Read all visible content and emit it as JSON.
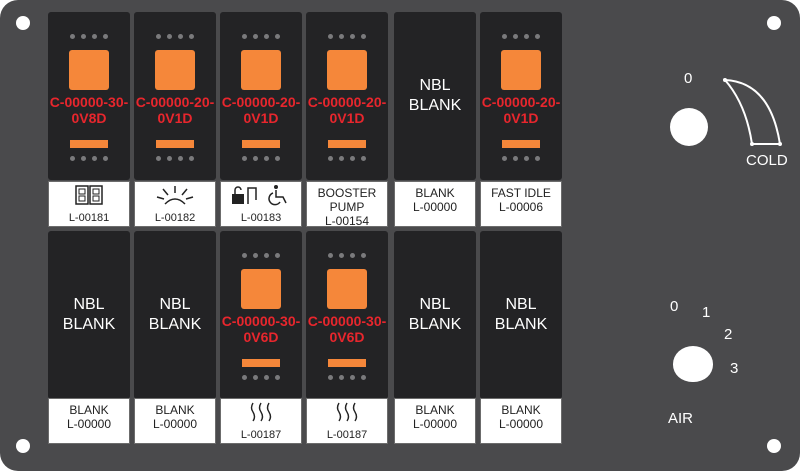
{
  "top_row": [
    {
      "type": "rocker",
      "code_line1": "C-00000-30-",
      "code_line2": "0V8D",
      "label_icon": "dual-box-icon",
      "label_code": "L-00181"
    },
    {
      "type": "rocker",
      "code_line1": "C-00000-20-",
      "code_line2": "0V1D",
      "label_icon": "sun-icon",
      "label_code": "L-00182"
    },
    {
      "type": "rocker",
      "code_line1": "C-00000-20-",
      "code_line2": "0V1D",
      "label_icon": "lock-wheelchair-icon",
      "label_code": "L-00183"
    },
    {
      "type": "rocker",
      "code_line1": "C-00000-20-",
      "code_line2": "0V1D",
      "label_text1": "BOOSTER",
      "label_text2": "PUMP",
      "label_code": "L-00154"
    },
    {
      "type": "blank",
      "blank_line1": "NBL",
      "blank_line2": "BLANK",
      "label_text1": "BLANK",
      "label_code": "L-00000"
    },
    {
      "type": "rocker",
      "code_line1": "C-00000-20-",
      "code_line2": "0V1D",
      "label_text1": "FAST IDLE",
      "label_code": "L-00006"
    }
  ],
  "bottom_row": [
    {
      "type": "blank",
      "blank_line1": "NBL",
      "blank_line2": "BLANK",
      "label_text1": "BLANK",
      "label_code": "L-00000"
    },
    {
      "type": "blank",
      "blank_line1": "NBL",
      "blank_line2": "BLANK",
      "label_text1": "BLANK",
      "label_code": "L-00000"
    },
    {
      "type": "rocker",
      "code_line1": "C-00000-30-",
      "code_line2": "0V6D",
      "label_icon": "heat-wave-icon",
      "label_code": "L-00187"
    },
    {
      "type": "rocker",
      "code_line1": "C-00000-30-",
      "code_line2": "0V6D",
      "label_icon": "heat-wave-icon",
      "label_code": "L-00187"
    },
    {
      "type": "blank",
      "blank_line1": "NBL",
      "blank_line2": "BLANK",
      "label_text1": "BLANK",
      "label_code": "L-00000"
    },
    {
      "type": "blank",
      "blank_line1": "NBL",
      "blank_line2": "BLANK",
      "label_text1": "BLANK",
      "label_code": "L-00000"
    }
  ],
  "temp_knob": {
    "zero_label": "0",
    "cold_label": "COLD"
  },
  "air_knob": {
    "positions": [
      "0",
      "1",
      "2",
      "3"
    ],
    "label": "AIR"
  },
  "colors": {
    "panel": "#4a4a4c",
    "switch": "#232325",
    "lamp": "#f5873a",
    "code": "#e8262d"
  }
}
